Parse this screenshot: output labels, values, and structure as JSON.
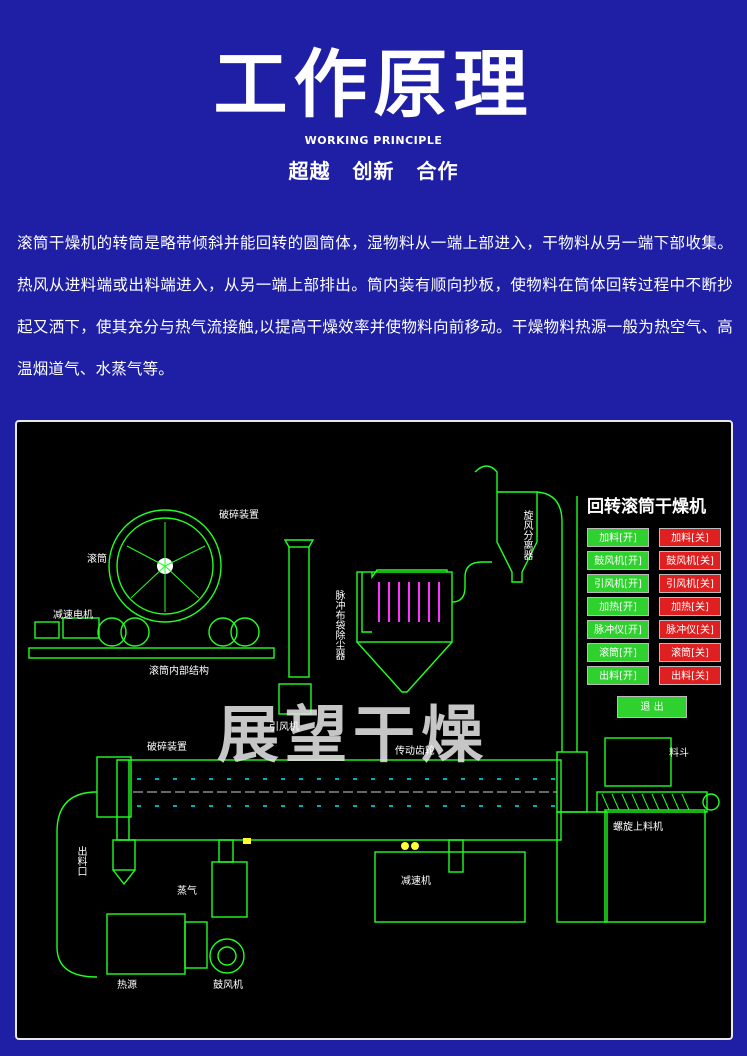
{
  "header": {
    "title": "工作原理",
    "subtitle_en": "WORKING PRINCIPLE",
    "tagline": "超越 创新 合作"
  },
  "description": "滚筒干燥机的转筒是略带倾斜并能回转的圆筒体，湿物料从一端上部进入，干物料从另一端下部收集。热风从进料端或出料端进入，从另一端上部排出。筒内装有顺向抄板，使物料在筒体回转过程中不断抄起又洒下，使其充分与热气流接触,以提高干燥效率并使物料向前移动。干燥物料热源一般为热空气、高温烟道气、水蒸气等。",
  "diagram": {
    "labels": {
      "crusher_top": "破碎装置",
      "drum": "滚筒",
      "reducer_motor": "减速电机",
      "drum_internal": "滚筒内部结构",
      "pulse_collector": "脉冲布袋除尘器",
      "cyclone": "旋风分离器",
      "induced_fan": "引风机",
      "crusher_main": "破碎装置",
      "drive_gear": "传动齿轮",
      "discharge": "出料口",
      "reducer": "减速机",
      "steam": "蒸气",
      "heat_source": "热源",
      "blower": "鼓风机",
      "hopper": "料斗",
      "screw_feeder": "螺旋上料机"
    },
    "watermark": "展望干燥",
    "colors": {
      "line": "#22ff22",
      "cyan": "#00e5ff",
      "magenta": "#ff33ff",
      "yellow": "#ffff33",
      "on": "#2fd12f",
      "off": "#e02020"
    }
  },
  "control_panel": {
    "title": "回转滚筒干燥机",
    "rows": [
      {
        "on": "加料[开]",
        "off": "加料[关]"
      },
      {
        "on": "鼓风机[开]",
        "off": "鼓风机[关]"
      },
      {
        "on": "引风机[开]",
        "off": "引风机[关]"
      },
      {
        "on": "加热[开]",
        "off": "加热[关]"
      },
      {
        "on": "脉冲仪[开]",
        "off": "脉冲仪[关]"
      },
      {
        "on": "滚筒[开]",
        "off": "滚筒[关]"
      },
      {
        "on": "出料[开]",
        "off": "出料[关]"
      }
    ],
    "exit": "退 出"
  }
}
